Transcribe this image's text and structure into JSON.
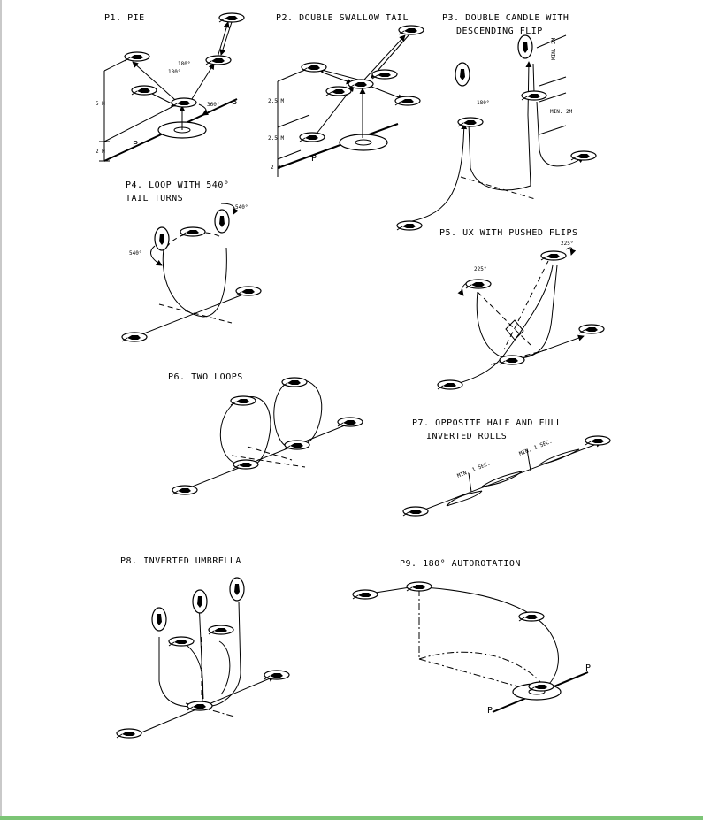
{
  "figures": [
    {
      "id": "p1",
      "title": "P1. PIE",
      "labels": [
        "180°",
        "180°",
        "360°",
        "5 M",
        "2 M",
        "P",
        "P"
      ]
    },
    {
      "id": "p2",
      "title": "P2. DOUBLE SWALLOW TAIL",
      "labels": [
        "2.5 M",
        "2.5 M",
        "2 M",
        "P"
      ]
    },
    {
      "id": "p3",
      "title_line1": "P3. DOUBLE CANDLE WITH",
      "title_line2": "DESCENDING FLIP",
      "labels": [
        "MIN. 2M",
        "180°",
        "MIN. 2M"
      ]
    },
    {
      "id": "p4",
      "title_line1": "P4. LOOP WITH 540°",
      "title_line2": "TAIL TURNS",
      "labels": [
        "540°",
        "540°"
      ]
    },
    {
      "id": "p5",
      "title": "P5. UX WITH PUSHED FLIPS",
      "labels": [
        "225°",
        "225°"
      ]
    },
    {
      "id": "p6",
      "title": "P6. TWO LOOPS",
      "labels": []
    },
    {
      "id": "p7",
      "title_line1": "P7. OPPOSITE HALF AND FULL",
      "title_line2": "INVERTED ROLLS",
      "labels": [
        "MIN. 1 SEC.",
        "MIN. 1 SEC."
      ]
    },
    {
      "id": "p8",
      "title": "P8. INVERTED UMBRELLA",
      "labels": []
    },
    {
      "id": "p9",
      "title": "P9. 180° AUTOROTATION",
      "labels": [
        "P",
        "P"
      ]
    }
  ],
  "colors": {
    "accent_bar": "#7cc576",
    "rule": "#c9c9c9",
    "ink": "#000000"
  }
}
